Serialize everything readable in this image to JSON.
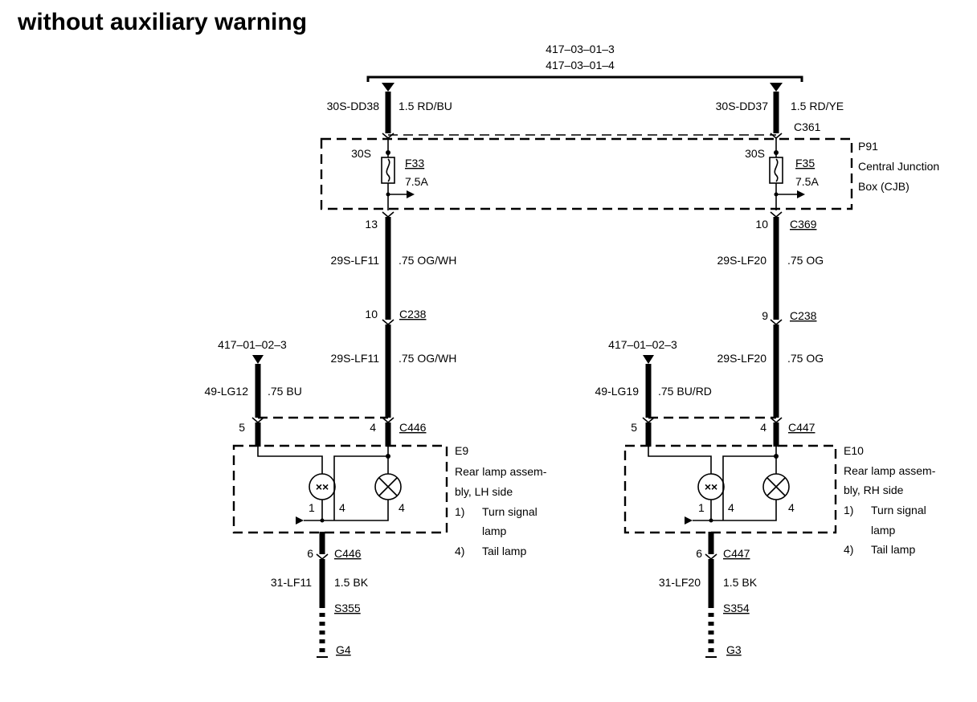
{
  "title": "without auxiliary warning",
  "top_refs": [
    "417–03–01–3",
    "417–03–01–4"
  ],
  "cjb": {
    "id": "P91",
    "name_line1": "Central Junction",
    "name_line2": "Box (CJB)",
    "connector": "C361"
  },
  "left": {
    "feed_circuit": "30S-DD38",
    "feed_wire": "1.5 RD/BU",
    "fuse_bus": "30S",
    "fuse_id": "F33",
    "fuse_rating": "7.5A",
    "cjb_pin": "13",
    "out_circuit_1": "29S-LF11",
    "out_wire_1": ".75 OG/WH",
    "inline_pin": "10",
    "inline_conn": "C238",
    "out_circuit_2": "29S-LF11",
    "out_wire_2": ".75 OG/WH",
    "ref": "417–01–02–3",
    "turn_circuit": "49-LG12",
    "turn_wire": ".75 BU",
    "pin_turn": "5",
    "pin_tail": "4",
    "conn": "C446",
    "assembly_id": "E9",
    "assembly_l1": "Rear lamp assem-",
    "assembly_l2": "bly, LH side",
    "item1_num": "1)",
    "item1_l1": "Turn signal",
    "item1_l2": "lamp",
    "item4_num": "4)",
    "item4": "Tail lamp",
    "lamp_pin_1": "1",
    "lamp_pin_4a": "4",
    "lamp_pin_4b": "4",
    "gnd_pin": "6",
    "gnd_conn": "C446",
    "gnd_circuit": "31-LF11",
    "gnd_wire": "1.5 BK",
    "splice": "S355",
    "ground": "G4"
  },
  "right": {
    "feed_circuit": "30S-DD37",
    "feed_wire": "1.5 RD/YE",
    "fuse_bus": "30S",
    "fuse_id": "F35",
    "fuse_rating": "7.5A",
    "cjb_pin": "10",
    "cjb_conn": "C369",
    "out_circuit_1": "29S-LF20",
    "out_wire_1": ".75 OG",
    "inline_pin": "9",
    "inline_conn": "C238",
    "out_circuit_2": "29S-LF20",
    "out_wire_2": ".75 OG",
    "ref": "417–01–02–3",
    "turn_circuit": "49-LG19",
    "turn_wire": ".75 BU/RD",
    "pin_turn": "5",
    "pin_tail": "4",
    "conn": "C447",
    "assembly_id": "E10",
    "assembly_l1": "Rear lamp assem-",
    "assembly_l2": "bly, RH side",
    "item1_num": "1)",
    "item1_l1": "Turn signal",
    "item1_l2": "lamp",
    "item4_num": "4)",
    "item4": "Tail lamp",
    "lamp_pin_1": "1",
    "lamp_pin_4a": "4",
    "lamp_pin_4b": "4",
    "gnd_pin": "6",
    "gnd_conn": "C447",
    "gnd_circuit": "31-LF20",
    "gnd_wire": "1.5 BK",
    "splice": "S354",
    "ground": "G3"
  }
}
